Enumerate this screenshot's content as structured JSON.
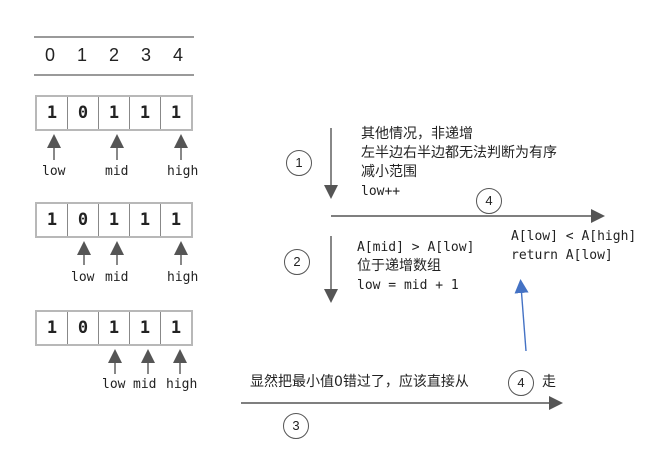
{
  "indices": [
    "0",
    "1",
    "2",
    "3",
    "4"
  ],
  "arrays": [
    {
      "cells": [
        "1",
        "0",
        "1",
        "1",
        "1"
      ],
      "pointers": {
        "low": "low",
        "mid": "mid",
        "high": "high"
      }
    },
    {
      "cells": [
        "1",
        "0",
        "1",
        "1",
        "1"
      ],
      "pointers": {
        "low": "low",
        "mid": "mid",
        "high": "high"
      }
    },
    {
      "cells": [
        "1",
        "0",
        "1",
        "1",
        "1"
      ],
      "pointers": {
        "low": "low",
        "mid": "mid",
        "high": "high"
      }
    }
  ],
  "case1": {
    "badge": "1",
    "lines": [
      "其他情况，非递增",
      "左半边右半边都无法判断为有序",
      "减小范围",
      "low++"
    ]
  },
  "case2": {
    "badge": "2",
    "lines": [
      "A[mid] > A[low]",
      "位于递增数组",
      "low = mid + 1"
    ]
  },
  "case3": {
    "badge": "3",
    "text_before": "显然把最小值0错过了，应该直接从",
    "inline_badge": "4",
    "text_after": "走"
  },
  "case4": {
    "badge": "4",
    "lines": [
      "A[low] < A[high]",
      "return A[low]"
    ]
  },
  "colors": {
    "blue_arrow": "#4472c4",
    "arrow": "#555555"
  }
}
